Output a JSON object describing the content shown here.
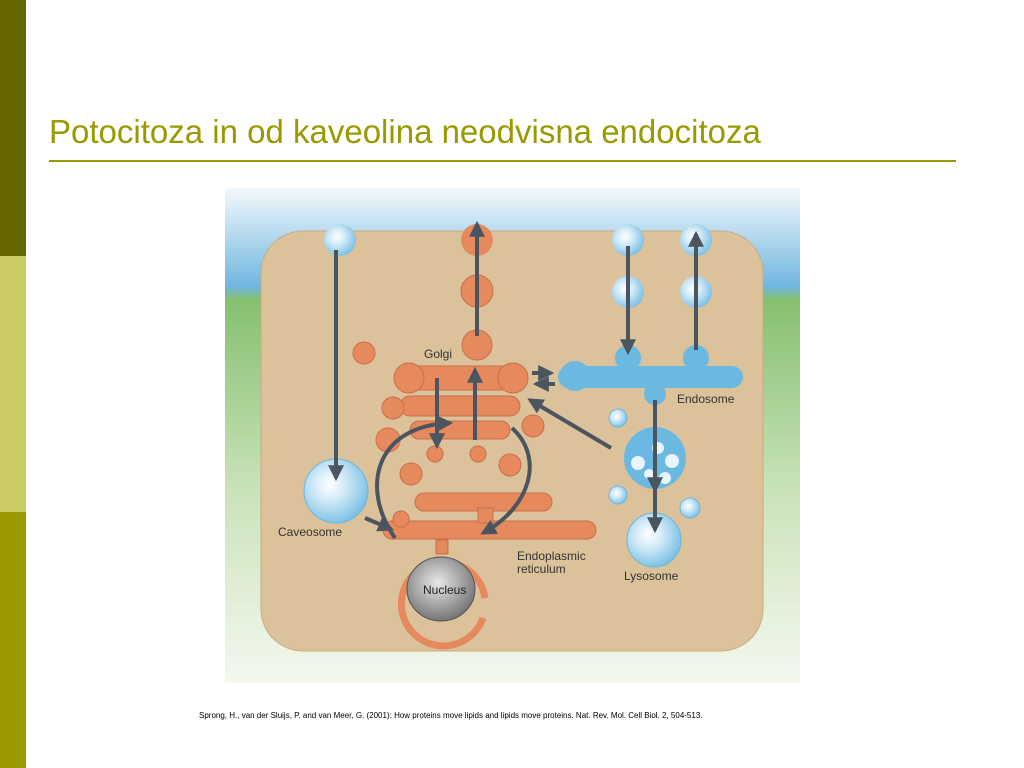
{
  "slide": {
    "title": "Potocitoza in od kaveolina neodvisna endocitoza",
    "citation": "Sprong, H., van der Sluijs, P. and van Meer, G. (2001): How proteins move lipids and lipids move proteins. Nat. Rev. Mol. Cell Biol. 2, 504-513."
  },
  "diagram": {
    "labels": {
      "golgi": "Golgi",
      "endosome": "Endosome",
      "caveosome": "Caveosome",
      "er_line1": "Endoplasmic",
      "er_line2": "reticulum",
      "nucleus": "Nucleus",
      "lysosome": "Lysosome"
    }
  },
  "colors": {
    "accent": "#999900",
    "sidebar_dark": "#666600",
    "sidebar_light": "#cccc66",
    "cell": "#dcc29a",
    "golgi_er": "#e68a5e",
    "endosome": "#6bb8e0",
    "arrow": "#4a5560"
  }
}
